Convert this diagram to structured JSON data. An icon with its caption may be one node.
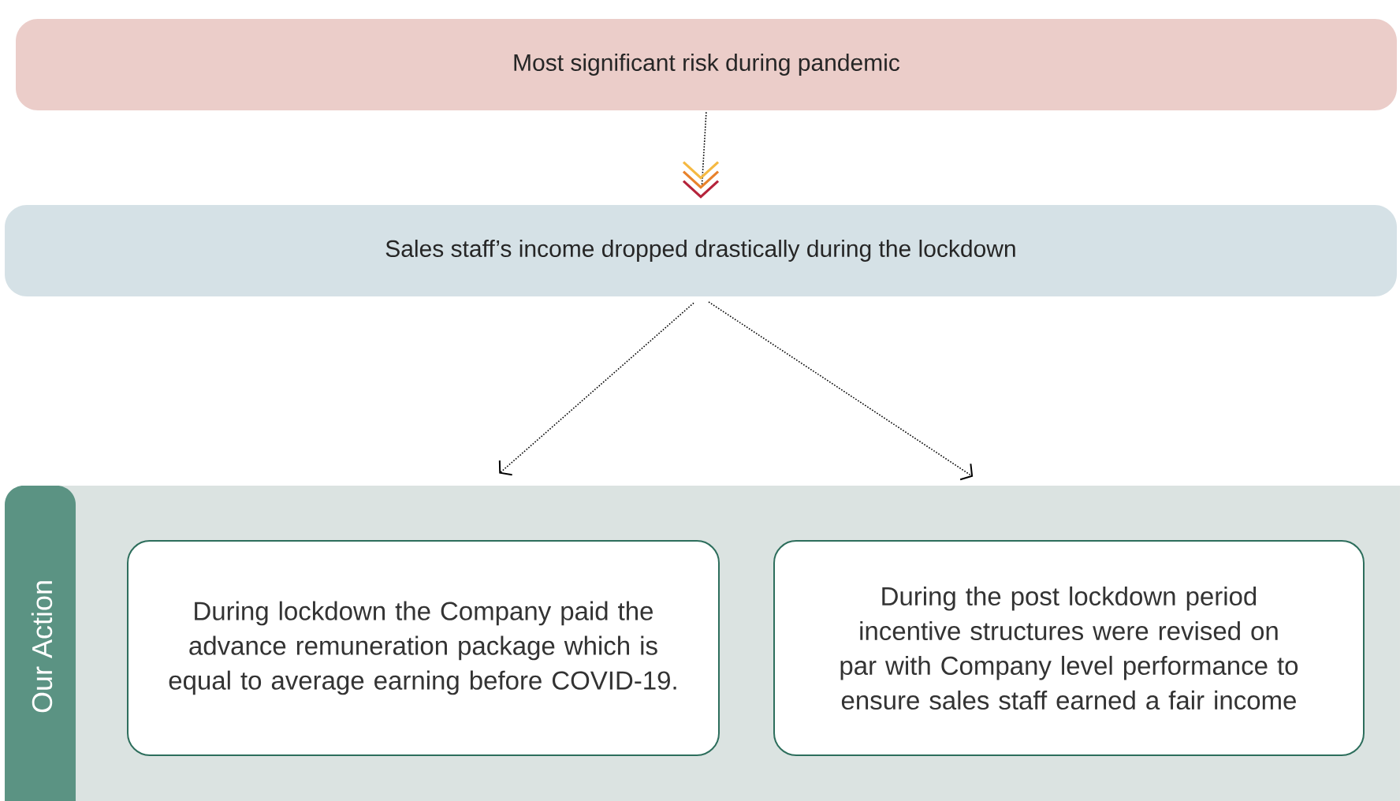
{
  "diagram": {
    "nodes": [
      {
        "text": [
          "Most significant risk during pandemic"
        ]
      },
      {
        "text": [
          "Sales staff’s income dropped drastically during the lockdown"
        ]
      },
      {
        "text": [
          "Our Action"
        ]
      },
      {
        "text": [
          "During lockdown the Company paid the advance remuneration package which is equal to average earning before COVID-19."
        ],
        "in": 2
      },
      {
        "text": [
          "During the post lockdown period incentive structures were revised on par with Company level performance to ensure sales staff earned a fair income"
        ],
        "in": 2
      }
    ],
    "edges": [
      {
        "from": 0,
        "to": 1,
        "arrow": "to",
        "style": "dashed"
      },
      {
        "from": 1,
        "to": 3,
        "arrow": "to",
        "style": "dashed"
      },
      {
        "from": 1,
        "to": 4,
        "arrow": "to",
        "style": "dashed"
      }
    ]
  }
}
